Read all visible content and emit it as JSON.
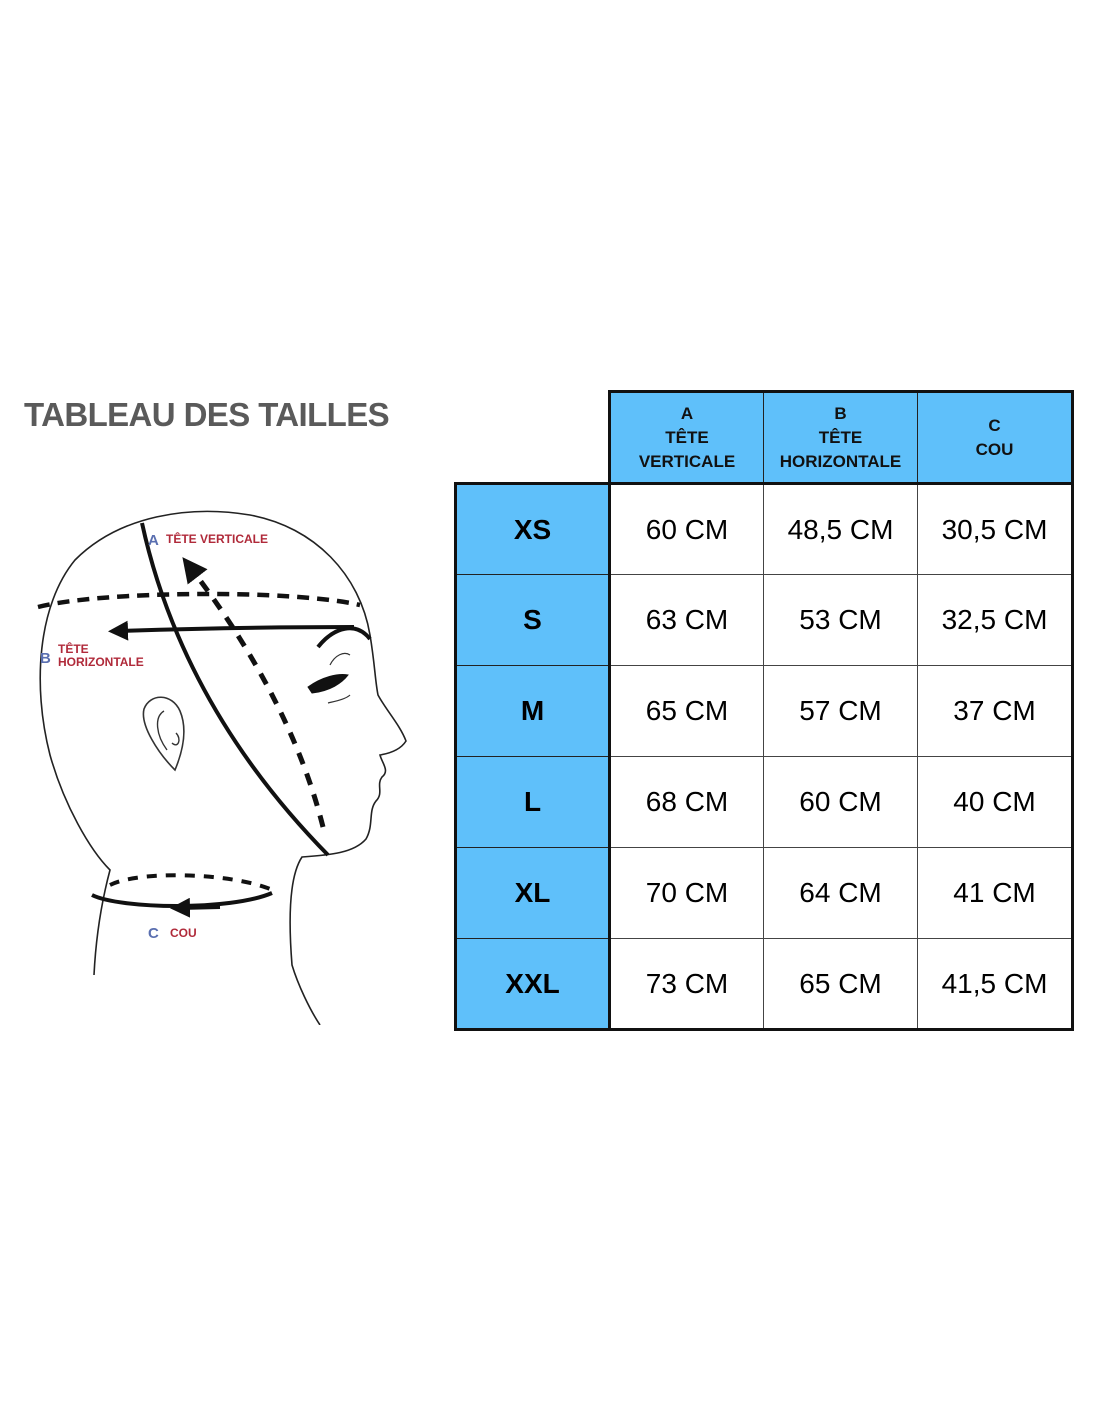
{
  "title": "TABLEAU DES TAILLES",
  "diagram": {
    "a_letter": "A",
    "a_label": "TÊTE VERTICALE",
    "b_letter": "B",
    "b_label_line1": "TÊTE",
    "b_label_line2": "HORIZONTALE",
    "c_letter": "C",
    "c_label": "COU",
    "letter_color": "#5a6fb0",
    "label_color": "#b02a3a"
  },
  "table": {
    "headers": [
      {
        "letter": "A",
        "line1": "TÊTE",
        "line2": "VERTICALE"
      },
      {
        "letter": "B",
        "line1": "TÊTE",
        "line2": "HORIZONTALE"
      },
      {
        "letter": "C",
        "line1": "COU",
        "line2": ""
      }
    ],
    "rows": [
      {
        "size": "XS",
        "a": "60 CM",
        "b": "48,5 CM",
        "c": "30,5 CM"
      },
      {
        "size": "S",
        "a": "63 CM",
        "b": "53 CM",
        "c": "32,5 CM"
      },
      {
        "size": "M",
        "a": "65 CM",
        "b": "57 CM",
        "c": "37 CM"
      },
      {
        "size": "L",
        "a": "68 CM",
        "b": "60 CM",
        "c": "40 CM"
      },
      {
        "size": "XL",
        "a": "70 CM",
        "b": "64 CM",
        "c": "41 CM"
      },
      {
        "size": "XXL",
        "a": "73 CM",
        "b": "65 CM",
        "c": "41,5 CM"
      }
    ],
    "header_color": "#5fc0fa"
  }
}
